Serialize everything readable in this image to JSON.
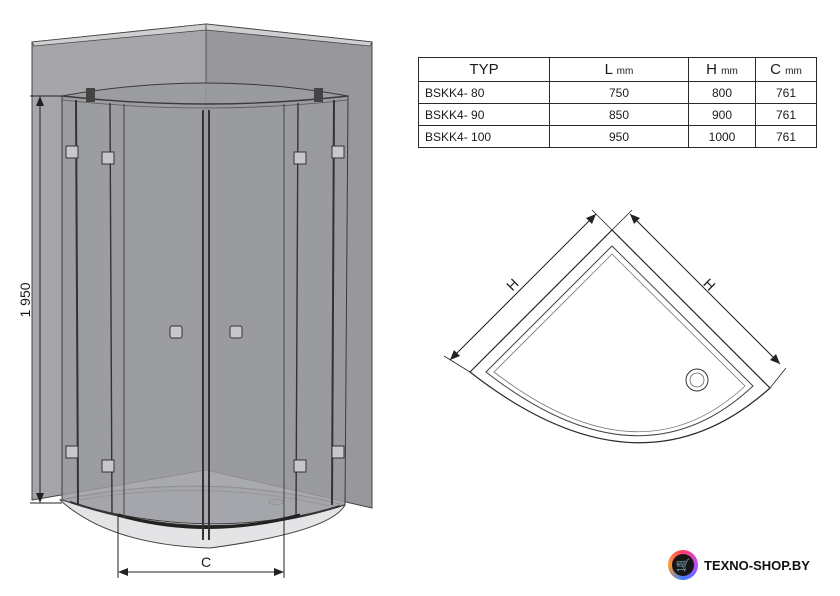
{
  "table": {
    "headers": {
      "model": "TYP",
      "l_letter": "L",
      "l_unit": "mm",
      "h_letter": "H",
      "h_unit": "mm",
      "c_letter": "C",
      "c_unit": "mm"
    },
    "rows": [
      {
        "model": "BSKK4-  80",
        "l": "750",
        "h": "800",
        "c": "761"
      },
      {
        "model": "BSKK4- 90",
        "l": "850",
        "h": "900",
        "c": "761"
      },
      {
        "model": "BSKK4- 100",
        "l": "950",
        "h": "1000",
        "c": "761"
      }
    ]
  },
  "dimensions": {
    "height_label": "1 950",
    "width_label": "C",
    "tray_side_label": "H"
  },
  "brand": {
    "name": "TEXNO-SHOP.BY",
    "icon": "cart-icon"
  },
  "colors": {
    "wall": "#a2a2a6",
    "wall_dark": "#8e8e92",
    "glass": "#9c9da2",
    "tray": "#ffffff",
    "line": "#2a2a2a"
  }
}
